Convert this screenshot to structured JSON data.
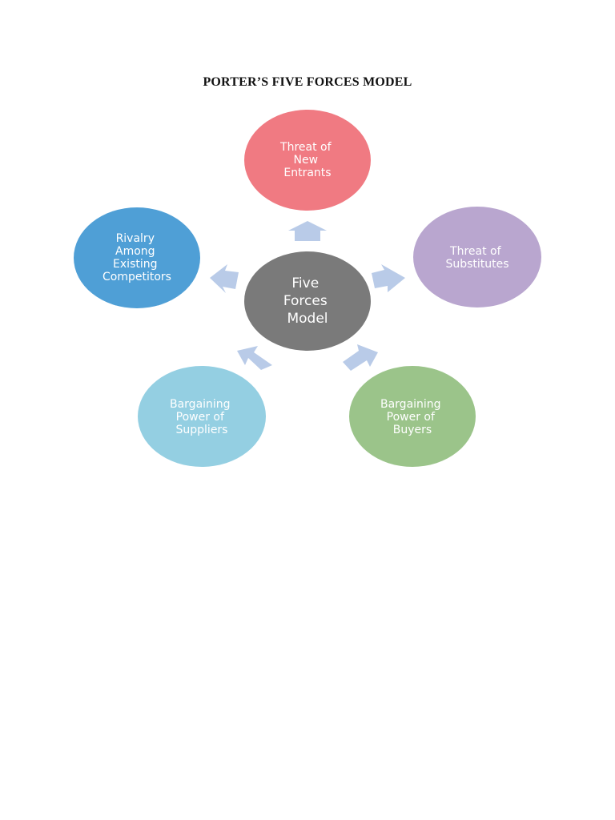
{
  "title": "PORTER’S FIVE FORCES MODEL",
  "diagram": {
    "center": {
      "lines": [
        "Five",
        "Forces",
        "Model"
      ],
      "color": "#7a7a7a"
    },
    "forces": [
      {
        "id": "new-entrants",
        "lines": [
          "Threat of",
          "New",
          "Entrants"
        ],
        "color": "#f07a82"
      },
      {
        "id": "substitutes",
        "lines": [
          "Threat of",
          "Substitutes"
        ],
        "color": "#b9a6cf"
      },
      {
        "id": "buyers",
        "lines": [
          "Bargaining",
          "Power of",
          "Buyers"
        ],
        "color": "#9bc48a"
      },
      {
        "id": "suppliers",
        "lines": [
          "Bargaining",
          "Power of",
          "Suppliers"
        ],
        "color": "#94cfe2"
      },
      {
        "id": "rivalry",
        "lines": [
          "Rivalry",
          "Among",
          "Existing",
          "Competitors"
        ],
        "color": "#4f9fd6"
      }
    ],
    "arrow_color": "#b9cbe8"
  }
}
